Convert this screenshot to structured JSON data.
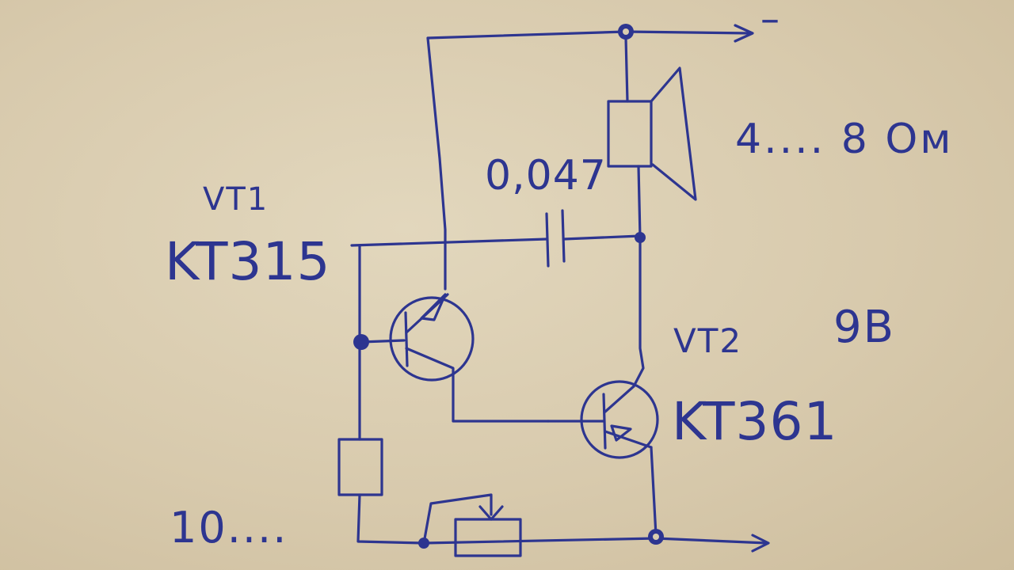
{
  "ink_color": "#2d3590",
  "paper_color": "#d9ccb0",
  "labels": {
    "vt1": "VT1",
    "vt1_type": "KT315",
    "capacitor": "0,047",
    "speaker": "4.... 8 Ом",
    "vt2": "VT2",
    "voltage": "9В",
    "vt2_type": "KT361",
    "resistor": "10....",
    "top_rail_sign": "–"
  }
}
